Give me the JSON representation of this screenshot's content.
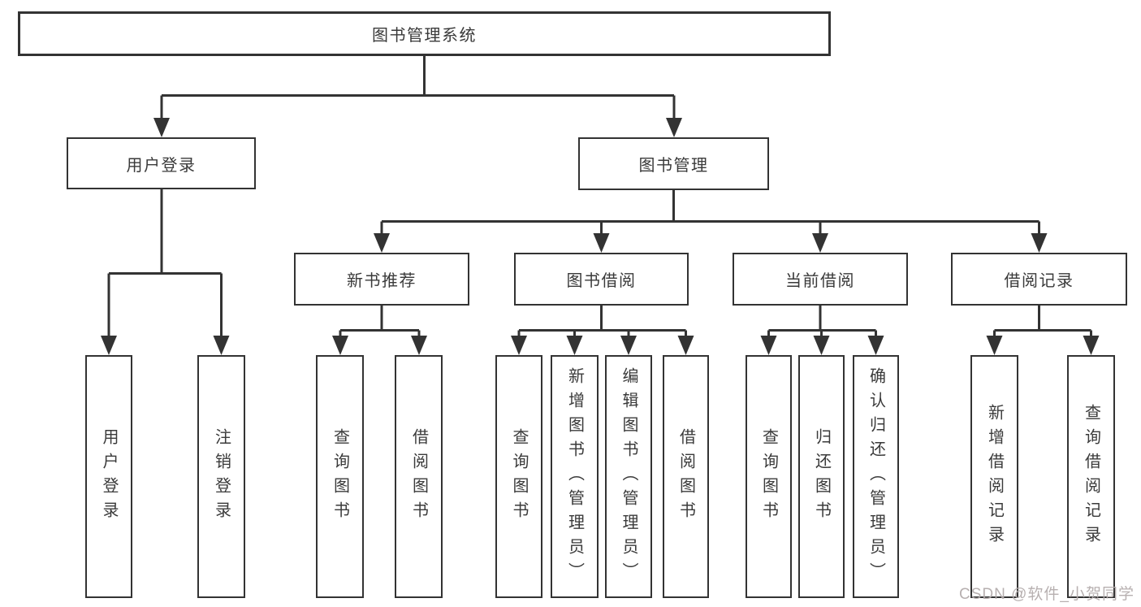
{
  "tree": {
    "root": {
      "label": "图书管理系统",
      "children": [
        {
          "label": "用户登录",
          "children": [
            {
              "label": "用户登录"
            },
            {
              "label": "注销登录"
            }
          ]
        },
        {
          "label": "图书管理",
          "children": [
            {
              "label": "新书推荐",
              "children": [
                {
                  "label": "查询图书"
                },
                {
                  "label": "借阅图书"
                }
              ]
            },
            {
              "label": "图书借阅",
              "children": [
                {
                  "label": "查询图书"
                },
                {
                  "label": "新增图书（管理员）"
                },
                {
                  "label": "编辑图书（管理员）"
                },
                {
                  "label": "借阅图书"
                }
              ]
            },
            {
              "label": "当前借阅",
              "children": [
                {
                  "label": "查询图书"
                },
                {
                  "label": "归还图书"
                },
                {
                  "label": "确认归还（管理员）"
                }
              ]
            },
            {
              "label": "借阅记录",
              "children": [
                {
                  "label": "新增借阅记录"
                },
                {
                  "label": "查询借阅记录"
                }
              ]
            }
          ]
        }
      ]
    }
  },
  "watermark": {
    "text": "CSDN @软件_小贺同学"
  },
  "colors": {
    "line": "#333333",
    "box_border": "#333333",
    "text": "#3a3a3a",
    "background": "#ffffff",
    "watermark": "#b3acac"
  }
}
